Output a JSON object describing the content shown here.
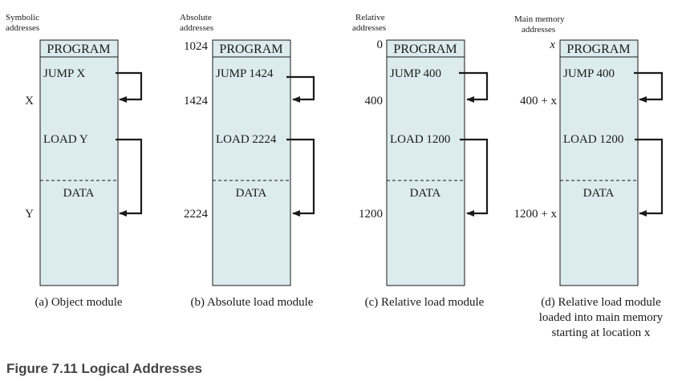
{
  "colors": {
    "box_fill": "#dcebee",
    "stroke": "#1a1a1a"
  },
  "headers": {
    "a": [
      "Symbolic",
      "addresses"
    ],
    "b": [
      "Absolute",
      "addresses"
    ],
    "c": [
      "Relative",
      "addresses"
    ],
    "d": [
      "Main memory",
      "addresses"
    ]
  },
  "modules": [
    {
      "id": "a",
      "section_program": "PROGRAM",
      "instr_jump": "JUMP X",
      "instr_load": "LOAD Y",
      "section_data": "DATA",
      "addr_top": "",
      "addr_jump_target": "X",
      "addr_data_target": "Y",
      "label_lines": [
        "(a) Object module"
      ]
    },
    {
      "id": "b",
      "section_program": "PROGRAM",
      "instr_jump": "JUMP 1424",
      "instr_load": "LOAD 2224",
      "section_data": "DATA",
      "addr_top": "1024",
      "addr_jump_target": "1424",
      "addr_data_target": "2224",
      "label_lines": [
        "(b) Absolute load module"
      ]
    },
    {
      "id": "c",
      "section_program": "PROGRAM",
      "instr_jump": "JUMP 400",
      "instr_load": "LOAD 1200",
      "section_data": "DATA",
      "addr_top": "0",
      "addr_jump_target": "400",
      "addr_data_target": "1200",
      "label_lines": [
        "(c) Relative load module"
      ]
    },
    {
      "id": "d",
      "section_program": "PROGRAM",
      "instr_jump": "JUMP 400",
      "instr_load": "LOAD 1200",
      "section_data": "DATA",
      "addr_top": "x",
      "addr_jump_target": "400 + x",
      "addr_data_target": "1200 + x",
      "label_lines": [
        "(d) Relative load module",
        "loaded into main memory",
        "starting at location x"
      ]
    }
  ],
  "figure_caption": "Figure 7.11 Logical Addresses"
}
